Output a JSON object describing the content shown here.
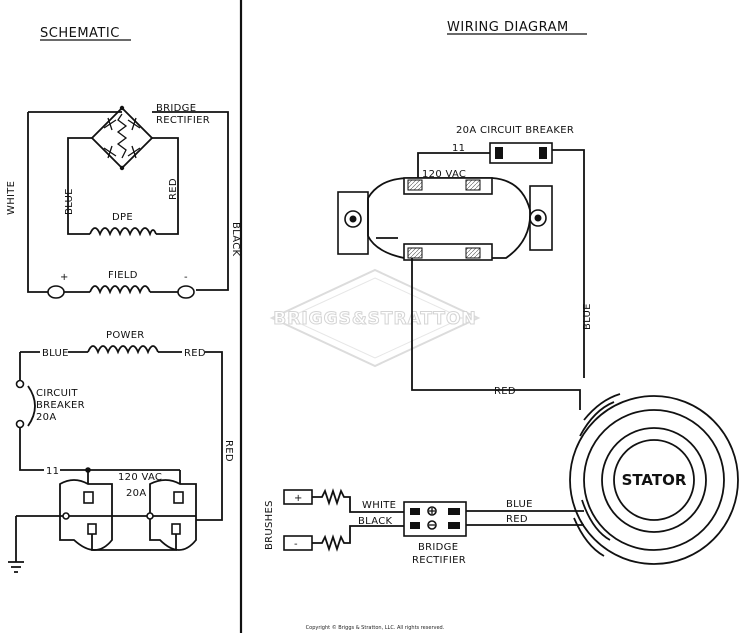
{
  "titles": {
    "schematic": "SCHEMATIC",
    "wiring": "WIRING DIAGRAM"
  },
  "watermark": "BRIGGS&STRATTON",
  "copyright": "Copyright © Briggs & Stratton, LLC. All rights reserved.",
  "schematic": {
    "bridge_rectifier": [
      "BRIDGE",
      "RECTIFIER"
    ],
    "wire_white": "WHITE",
    "wire_blue": "BLUE",
    "wire_red": "RED",
    "wire_black": "BLACK",
    "dpe": "DPE",
    "field": "FIELD",
    "plus": "+",
    "minus": "-",
    "power": "POWER",
    "power_blue": "BLUE",
    "power_red": "RED",
    "circuit_breaker": [
      "CIRCUIT",
      "BREAKER",
      "20A"
    ],
    "red_vertical": "RED",
    "terminal_11": "11",
    "outlet": [
      "120 VAC",
      "20A"
    ]
  },
  "wiring": {
    "breaker_label": "20A CIRCUIT BREAKER",
    "terminal_11": "11",
    "outlet_label": "120 VAC",
    "blue_vertical": "BLUE",
    "red_wire": "RED",
    "stator": "STATOR",
    "brushes": "BRUSHES",
    "brush_plus": "+",
    "brush_minus": "-",
    "white": "WHITE",
    "black": "BLACK",
    "blue": "BLUE",
    "red": "RED",
    "bridge_rectifier": [
      "BRIDGE",
      "RECTIFIER"
    ]
  },
  "colors": {
    "ink": "#111111",
    "paper": "#ffffff",
    "watermark": "#d4d4d4"
  }
}
